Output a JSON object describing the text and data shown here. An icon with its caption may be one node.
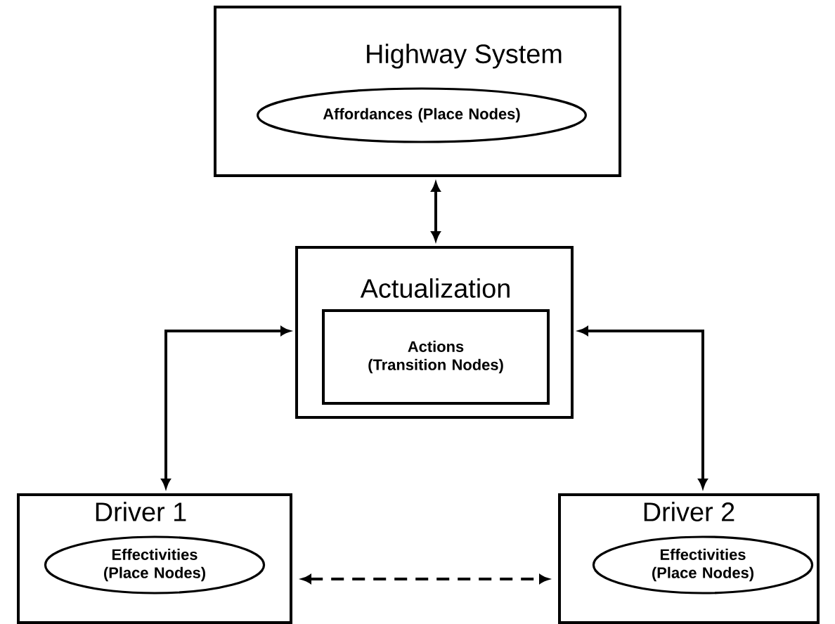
{
  "diagram": {
    "nodes": [
      {
        "text": [
          "Highway System"
        ]
      },
      {
        "text": [
          "Affordances (Place Nodes)"
        ],
        "in": 0
      },
      {
        "text": [
          "Actualization"
        ]
      },
      {
        "text": [
          "Actions (Transition Nodes)"
        ],
        "in": 2
      },
      {
        "text": [
          "Driver 1"
        ]
      },
      {
        "text": [
          "Effectivities (Place Nodes)"
        ],
        "in": 4
      },
      {
        "text": [
          "Driver 2"
        ]
      },
      {
        "text": [
          "Effectivities (Place Nodes)"
        ],
        "in": 6
      }
    ],
    "edges": [
      {
        "from": 0,
        "to": 2,
        "arrow": "both"
      },
      {
        "from": 2,
        "to": 4,
        "arrow": "both"
      },
      {
        "from": 2,
        "to": 6,
        "arrow": "both"
      },
      {
        "from": 4,
        "to": 6,
        "arrow": "both",
        "style": "dashed"
      }
    ]
  }
}
